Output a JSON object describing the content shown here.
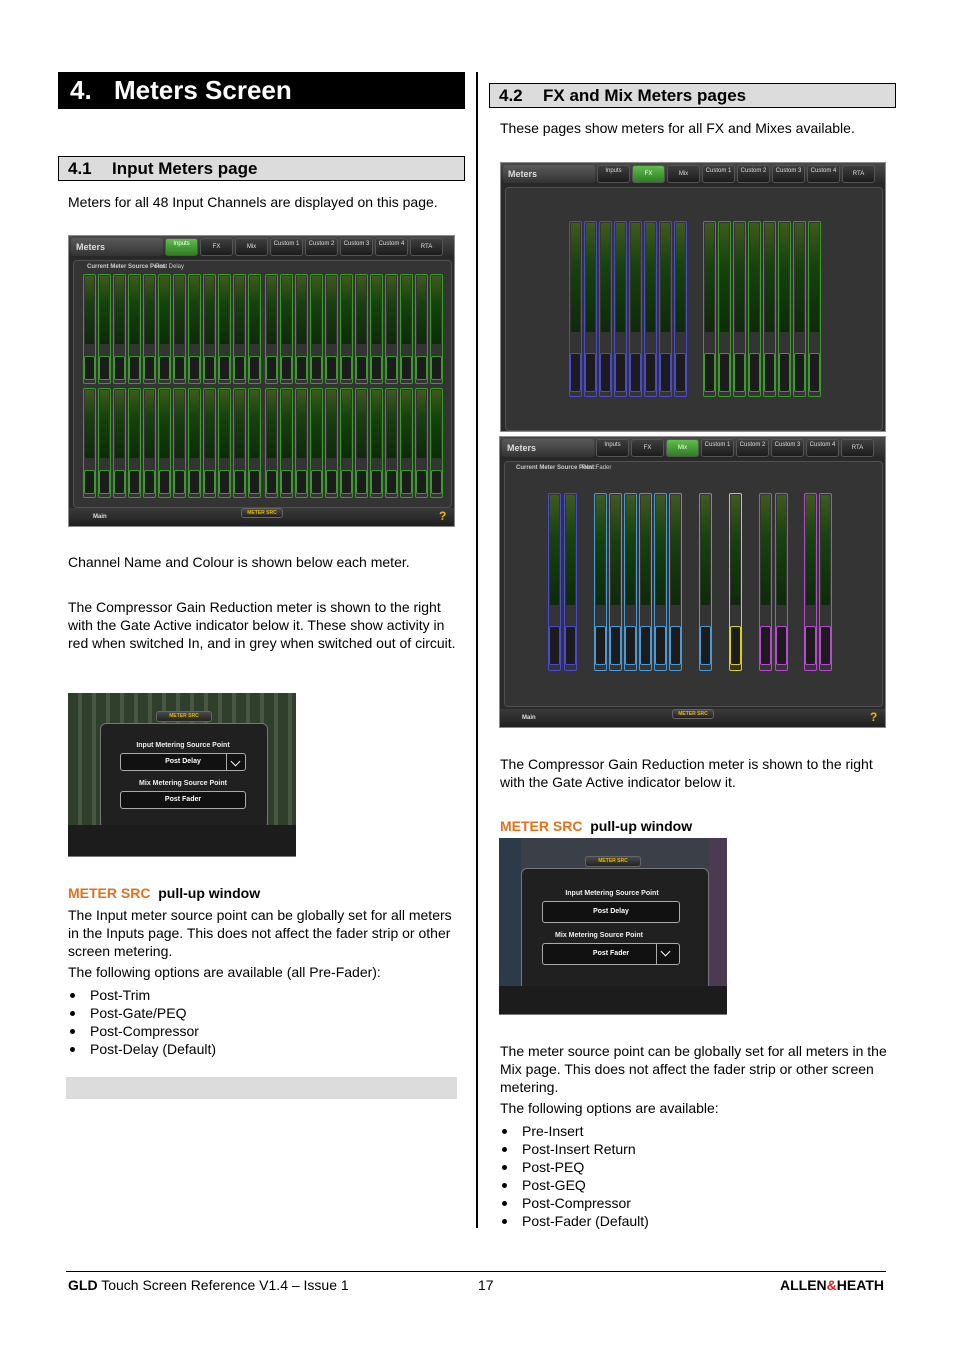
{
  "section": {
    "number": "4.",
    "title": "Meters Screen"
  },
  "left": {
    "sub_number": "4.1",
    "sub_title": "Input Meters page",
    "intro": "Meters for all 48 Input Channels are displayed on this page.",
    "para1": "Channel Name and Colour is shown below each meter.",
    "para2": "The Compressor Gain Reduction meter is shown to the right with the Gate Active indicator below it. These show activity in red when switched In, and in grey when switched out of circuit.",
    "meter_src_label": "METER SRC",
    "pullup_label": "pull-up window",
    "para3": "The Input meter source point can be globally set for all meters in the Inputs page. This does not affect the fader strip or other screen metering.",
    "para4": "The following options are available (all Pre-Fader):",
    "options": [
      "Post-Trim",
      "Post-Gate/PEQ",
      "Post-Compressor",
      "Post-Delay (Default)"
    ]
  },
  "right": {
    "sub_number": "4.2",
    "sub_title": "FX and Mix Meters pages",
    "intro": "These pages show meters for all FX and Mixes available.",
    "para1": "The Compressor Gain Reduction meter is shown to the right with the Gate Active indicator below it.",
    "meter_src_label": "METER SRC",
    "pullup_label": "pull-up window",
    "para2": "The meter source point can be globally set for all meters in the Mix page. This does not affect the fader strip or other screen metering.",
    "para3": "The following options are available:",
    "options": [
      "Pre-Insert",
      "Post-Insert Return",
      "Post-PEQ",
      "Post-GEQ",
      "Post-Compressor",
      "Post-Fader (Default)"
    ]
  },
  "screen": {
    "title": "Meters",
    "tabs": [
      "Inputs",
      "FX",
      "Mix",
      "Custom 1",
      "Custom 2",
      "Custom 3",
      "Custom 4",
      "RTA"
    ],
    "source_label": "Current Meter Source Point:",
    "input_source": "Post Delay",
    "mix_source": "Post Fader",
    "bottom_main": "Main",
    "bottom_meter_src": "METER SRC",
    "help": "?",
    "popup_input_label": "Input Metering Source Point",
    "popup_input_value": "Post Delay",
    "popup_mix_label": "Mix Metering Source Point",
    "popup_mix_value": "Post Fader"
  },
  "footer": {
    "product": "GLD",
    "doc": " Touch Screen Reference V1.4 – Issue 1",
    "page": "17",
    "brand_a": "ALLEN",
    "brand_amp": "&",
    "brand_b": "HEATH"
  },
  "colors": {
    "accent_orange": "#e2711d",
    "tab_green": "#3f9e32",
    "meter_green": "#17410f"
  }
}
